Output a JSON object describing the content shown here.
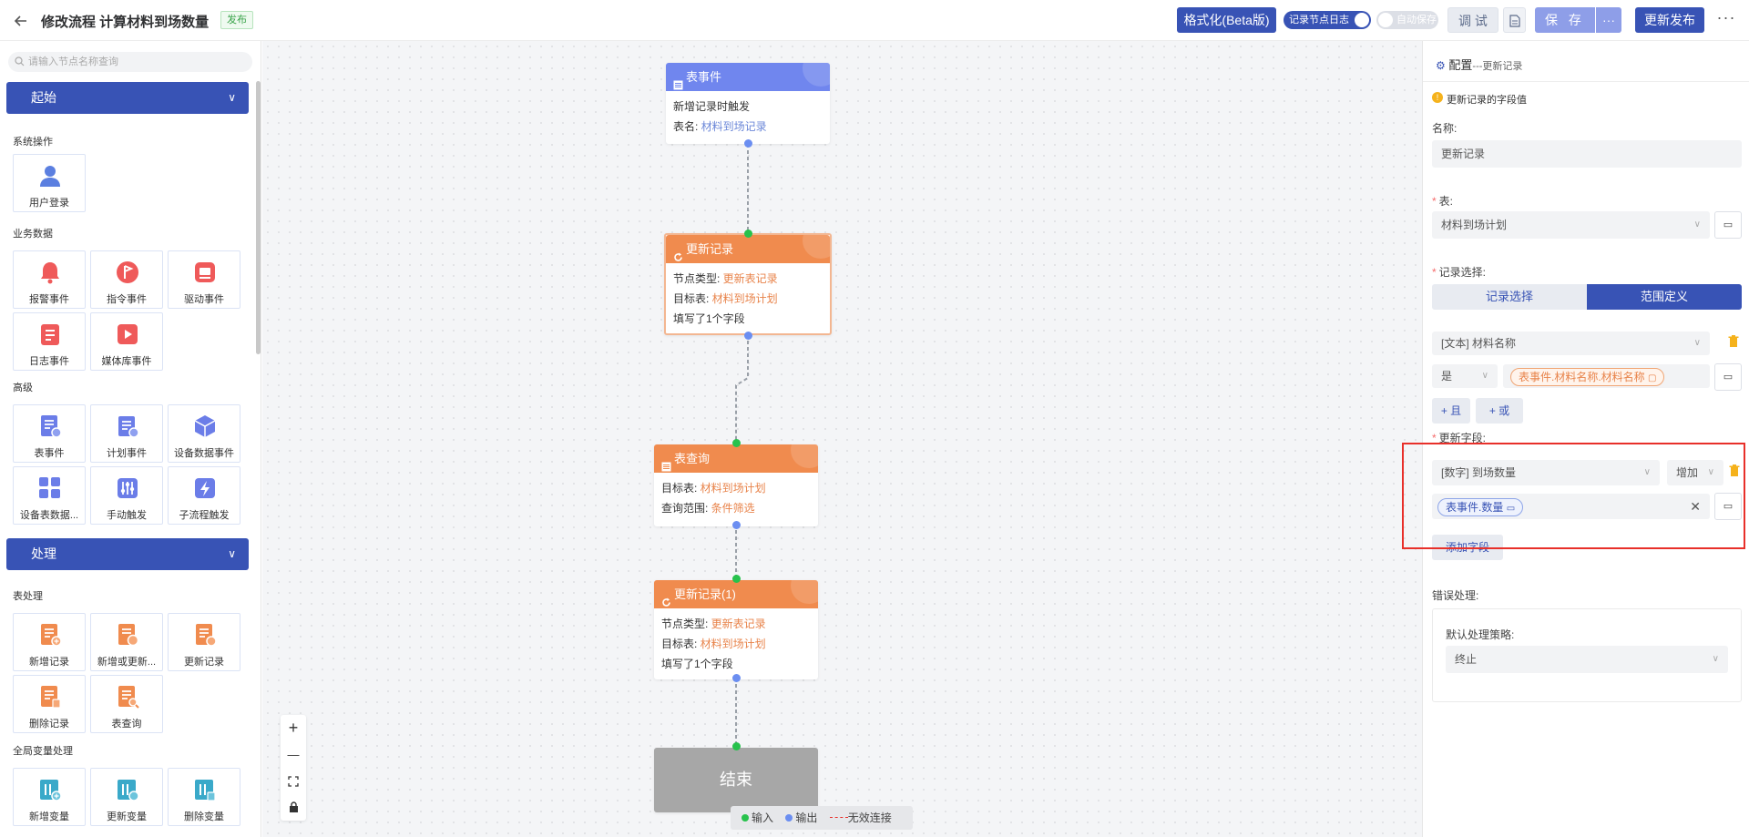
{
  "header": {
    "back_icon": "arrow-left-icon",
    "title": "修改流程 计算材料到场数量",
    "status_badge": "发布",
    "format_label": "格式化(Beta版)",
    "log_toggle_label": "记录节点日志",
    "autosave_toggle_label": "自动保存",
    "debug_label": "调 试",
    "save_label": "保 存",
    "more_label": "···",
    "publish_label": "更新发布",
    "menu_label": "···"
  },
  "sidebar": {
    "search_placeholder": "请输入节点名称查询",
    "categories": [
      {
        "label": "起始"
      },
      {
        "label": "处理"
      }
    ],
    "sections": [
      "系统操作",
      "业务数据",
      "高级",
      "表处理",
      "全局变量处理"
    ],
    "tiles": [
      {
        "label": "用户登录",
        "icon": "user-icon",
        "color": "#5b7fe0"
      },
      {
        "label": "报警事件",
        "icon": "bell-icon",
        "color": "#ef5a5a"
      },
      {
        "label": "指令事件",
        "icon": "flag-icon",
        "color": "#ef5a5a"
      },
      {
        "label": "驱动事件",
        "icon": "drive-icon",
        "color": "#ef5a5a"
      },
      {
        "label": "日志事件",
        "icon": "log-icon",
        "color": "#ef5a5a"
      },
      {
        "label": "媒体库事件",
        "icon": "media-icon",
        "color": "#ef5a5a"
      },
      {
        "label": "表事件",
        "icon": "table-event-icon",
        "color": "#6b7de8"
      },
      {
        "label": "计划事件",
        "icon": "plan-event-icon",
        "color": "#6b7de8"
      },
      {
        "label": "设备数据事件",
        "icon": "cube-icon",
        "color": "#6b7de8"
      },
      {
        "label": "设备表数据...",
        "icon": "grid-icon",
        "color": "#6b7de8"
      },
      {
        "label": "手动触发",
        "icon": "sliders-icon",
        "color": "#6b7de8"
      },
      {
        "label": "子流程触发",
        "icon": "lightning-icon",
        "color": "#6b7de8"
      },
      {
        "label": "新增记录",
        "icon": "add-record-icon",
        "color": "#f08b4e"
      },
      {
        "label": "新增或更新...",
        "icon": "upsert-record-icon",
        "color": "#f08b4e"
      },
      {
        "label": "更新记录",
        "icon": "update-record-icon",
        "color": "#f08b4e"
      },
      {
        "label": "删除记录",
        "icon": "delete-record-icon",
        "color": "#f08b4e"
      },
      {
        "label": "表查询",
        "icon": "table-query-icon",
        "color": "#f08b4e"
      },
      {
        "label": "新增变量",
        "icon": "add-variable-icon",
        "color": "#3aa9c9"
      },
      {
        "label": "更新变量",
        "icon": "update-variable-icon",
        "color": "#3aa9c9"
      },
      {
        "label": "删除变量",
        "icon": "delete-variable-icon",
        "color": "#3aa9c9"
      }
    ]
  },
  "canvas": {
    "nodes": [
      {
        "title": "表事件",
        "lines": [
          {
            "k": "新增记录时触发",
            "v": ""
          },
          {
            "k": "表名: ",
            "v": "材料到场记录"
          }
        ]
      },
      {
        "title": "更新记录",
        "lines": [
          {
            "k": "节点类型: ",
            "v": "更新表记录"
          },
          {
            "k": "目标表: ",
            "v": "材料到场计划"
          },
          {
            "k": "填写了1个字段",
            "v": ""
          }
        ]
      },
      {
        "title": "表查询",
        "lines": [
          {
            "k": "目标表: ",
            "v": "材料到场计划"
          },
          {
            "k": "查询范围: ",
            "v": "条件筛选"
          }
        ]
      },
      {
        "title": "更新记录(1)",
        "lines": [
          {
            "k": "节点类型: ",
            "v": "更新表记录"
          },
          {
            "k": "目标表: ",
            "v": "材料到场计划"
          },
          {
            "k": "填写了1个字段",
            "v": ""
          }
        ]
      },
      {
        "title": "结束"
      }
    ],
    "colors": {
      "event": "#7086ee",
      "process": "#f08b4e",
      "end": "#a7a7a7",
      "selected_border": "#f3b691"
    },
    "zoom_controls": [
      "+",
      "—",
      "⛶",
      "🔒"
    ],
    "legend": {
      "input": "输入",
      "output": "输出",
      "invalid": "无效连接"
    }
  },
  "config": {
    "title": "配置",
    "subtitle": "---更新记录",
    "tip": "更新记录的字段值",
    "name_label": "名称:",
    "name_value": "更新记录",
    "table_label": "表:",
    "table_value": "材料到场计划",
    "record_select_label": "记录选择:",
    "record_tabs": [
      "记录选择",
      "范围定义"
    ],
    "condition_field": "[文本] 材料名称",
    "condition_op": "是",
    "condition_value": "表事件.材料名称.材料名称",
    "and_label": "+ 且",
    "or_label": "+ 或",
    "update_fields_label": "更新字段:",
    "update_field": "[数字] 到场数量",
    "update_op": "增加",
    "update_value": "表事件.数量",
    "add_field_label": "添加字段",
    "error_label": "错误处理:",
    "strategy_label": "默认处理策略:",
    "strategy_value": "终止"
  }
}
